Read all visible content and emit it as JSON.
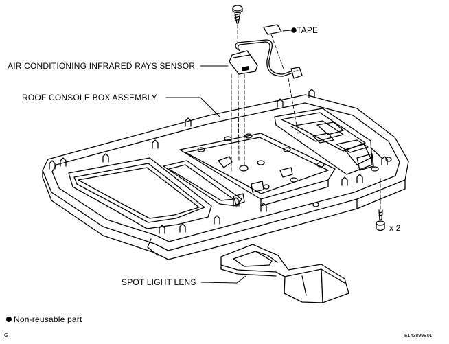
{
  "labels": {
    "tape": "TAPE",
    "ir_sensor": "AIR CONDITIONING INFRARED RAYS SENSOR",
    "console_box": "ROOF CONSOLE BOX ASSEMBLY",
    "screw_qty": "x 2",
    "spot_lens": "SPOT LIGHT LENS"
  },
  "legend": {
    "non_reusable": "Non-reusable part"
  },
  "footer": {
    "section_letter": "G",
    "figure_code": "E143899E01"
  },
  "colors": {
    "line": "#000000",
    "background": "#ffffff"
  }
}
